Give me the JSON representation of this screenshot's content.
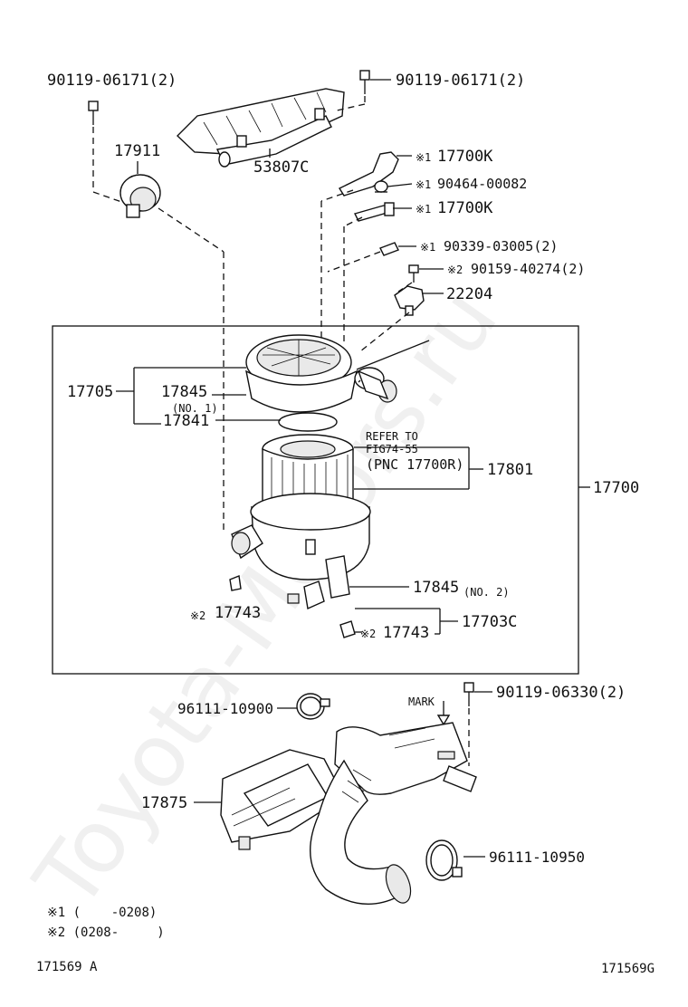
{
  "watermark": "Toyota-Motors.ru",
  "callouts": {
    "bolt_top_left": "90119-06171(2)",
    "bolt_top_right": "90119-06171(2)",
    "p17911": "17911",
    "p53807C": "53807C",
    "p17700K_a": "17700K",
    "p90464": "90464-00082",
    "p17700K_b": "17700K",
    "p90339": "90339-03005(2)",
    "p90159": "90159-40274(2)",
    "p22204": "22204",
    "p17705": "17705",
    "p17845_1": "17845",
    "p17845_1_note": "(NO. 1)",
    "p17841": "17841",
    "refer_1": "REFER TO",
    "refer_2": "FIG74-55",
    "refer_3": "(PNC 17700R)",
    "p17801": "17801",
    "p17700": "17700",
    "p17845_2": "17845",
    "p17845_2_note": "(NO. 2)",
    "p17743_a": "17743",
    "p17743_b": "17743",
    "p17703C": "17703C",
    "bolt_mid": "90119-06330(2)",
    "mark": "MARK",
    "p96111_a": "96111-10900",
    "p17875": "17875",
    "p96111_b": "96111-10950"
  },
  "markers": {
    "m1": "※1",
    "m2": "※2"
  },
  "notes": {
    "n1": "※1 (    -0208)",
    "n2": "※2 (0208-     )"
  },
  "footer": {
    "left": "171569 A",
    "right": "171569G"
  }
}
